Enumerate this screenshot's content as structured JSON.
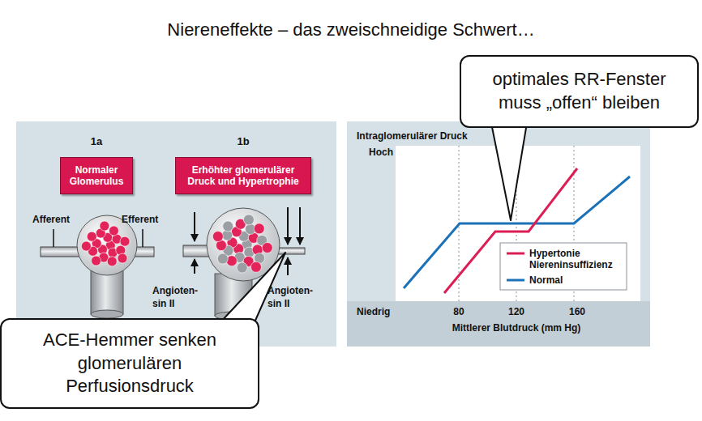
{
  "diagram": {
    "title": "Niereneffekte – das zweischneidige Schwert…",
    "nodes": [
      {
        "text": [
          "optimales RR-Fenster muss „offen“ bleiben"
        ]
      },
      {
        "text": [
          "1a",
          "Normaler Glomerulus"
        ]
      },
      {
        "text": [
          "1b",
          "Erhöhter glomerulärer Druck und Hypertrophie"
        ]
      },
      {
        "text": [
          "ACE-Hemmer senken glomerulären Perfusionsdruck"
        ]
      }
    ],
    "labels": [
      "Afferent",
      "Efferent",
      "Angioten- sin II",
      "Angioten- sin II",
      "Intraglomerulärer Druck",
      "Hoch",
      "Niedrig",
      "80",
      "120",
      "160",
      "Mittlerer Blutdruck (mm Hg)"
    ],
    "legend": [
      {
        "text": "Hypertonie Niereninsuffizienz"
      },
      {
        "text": "Normal"
      }
    ]
  }
}
